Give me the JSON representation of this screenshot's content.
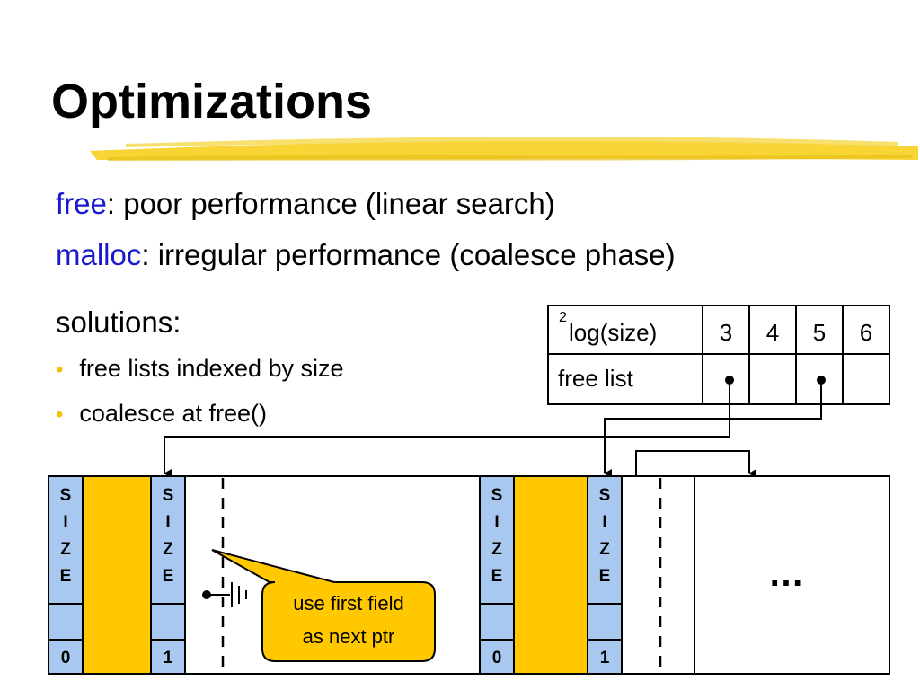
{
  "slide": {
    "title": "Optimizations",
    "lines": [
      {
        "keyword": "free",
        "text": ": poor performance (linear search)"
      },
      {
        "keyword": "malloc",
        "text": ": irregular performance (coalesce phase)"
      }
    ],
    "solutions_label": "solutions:",
    "bullets": [
      "free lists indexed by size",
      "coalesce at free()"
    ]
  },
  "table": {
    "header_label": "log(size)",
    "header_superscript": "2",
    "columns": [
      "3",
      "4",
      "5",
      "6"
    ],
    "row_label": "free list"
  },
  "memory": {
    "size_letters": [
      "S",
      "I",
      "Z",
      "E"
    ],
    "block_flags": [
      "0",
      "1",
      "0",
      "1"
    ],
    "ellipsis": "…"
  },
  "callout": {
    "line1": "use first field",
    "line2": "as next ptr"
  },
  "colors": {
    "accent_yellow": "#FFC800",
    "size_box_blue": "#A8C8F0",
    "keyword_blue": "#1A1ACC",
    "callout_fill": "#FFC800"
  }
}
